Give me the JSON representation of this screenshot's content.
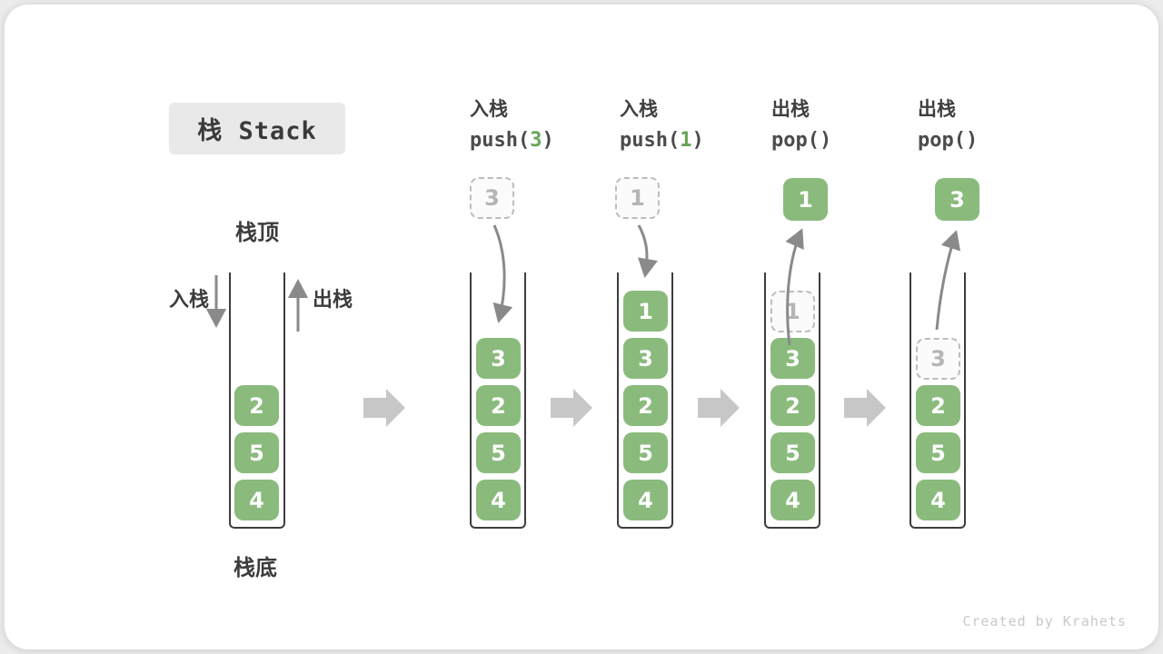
{
  "title": "栈 Stack",
  "labels": {
    "stack_top": "栈顶",
    "stack_bottom": "栈底",
    "push_side": "入栈",
    "pop_side": "出栈"
  },
  "operations": [
    {
      "zh": "入栈",
      "code_prefix": "push(",
      "code_arg": "3",
      "code_suffix": ")"
    },
    {
      "zh": "入栈",
      "code_prefix": "push(",
      "code_arg": "1",
      "code_suffix": ")"
    },
    {
      "zh": "出栈",
      "code_prefix": "pop(",
      "code_arg": "",
      "code_suffix": ")"
    },
    {
      "zh": "出栈",
      "code_prefix": "pop(",
      "code_arg": "",
      "code_suffix": ")"
    }
  ],
  "stacks": [
    {
      "blocks": [
        "2",
        "5",
        "4"
      ]
    },
    {
      "incoming": "3",
      "blocks": [
        "3",
        "2",
        "5",
        "4"
      ]
    },
    {
      "incoming": "1",
      "blocks": [
        "1",
        "3",
        "2",
        "5",
        "4"
      ]
    },
    {
      "outgoing": "1",
      "ghost": "1",
      "blocks": [
        "3",
        "2",
        "5",
        "4"
      ]
    },
    {
      "outgoing": "3",
      "ghost": "3",
      "blocks": [
        "2",
        "5",
        "4"
      ]
    }
  ],
  "colors": {
    "block_green": "#8abb7d",
    "code_arg_green": "#67a457",
    "thin_arrow_grey": "#8a8a8a",
    "big_arrow_grey": "#c7c7c7",
    "title_box_grey": "#e9e9e9",
    "ghost_border_grey": "#bdbdbd"
  },
  "watermark": "Created by Krahets"
}
